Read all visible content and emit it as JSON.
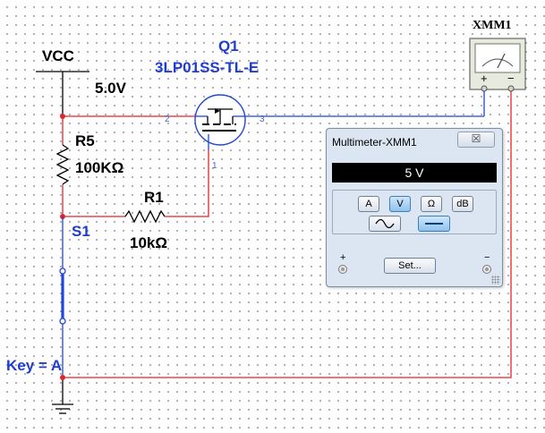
{
  "colors": {
    "wire_red": "#e3242b",
    "wire_blue": "#1e46d8",
    "label_blue": "#1e3ccd",
    "pin_blue": "#4a63d6"
  },
  "schematic": {
    "vcc": {
      "name": "VCC",
      "voltage": "5.0V"
    },
    "q1": {
      "ref": "Q1",
      "part": "3LP01SS-TL-E",
      "pins": {
        "gate": "1",
        "source": "2",
        "drain": "3"
      }
    },
    "r5": {
      "ref": "R5",
      "value": "100KΩ"
    },
    "r1": {
      "ref": "R1",
      "value": "10kΩ"
    },
    "s1": {
      "ref": "S1",
      "key_label": "Key = A"
    },
    "xmm1": {
      "ref": "XMM1",
      "plus": "+",
      "minus": "−"
    }
  },
  "multimeter": {
    "title": "Multimeter-XMM1",
    "close_glyph": "☒",
    "display": "5 V",
    "modes": [
      "A",
      "V",
      "Ω",
      "dB"
    ],
    "active_mode": "V",
    "set_label": "Set...",
    "plus": "+",
    "minus": "−"
  }
}
